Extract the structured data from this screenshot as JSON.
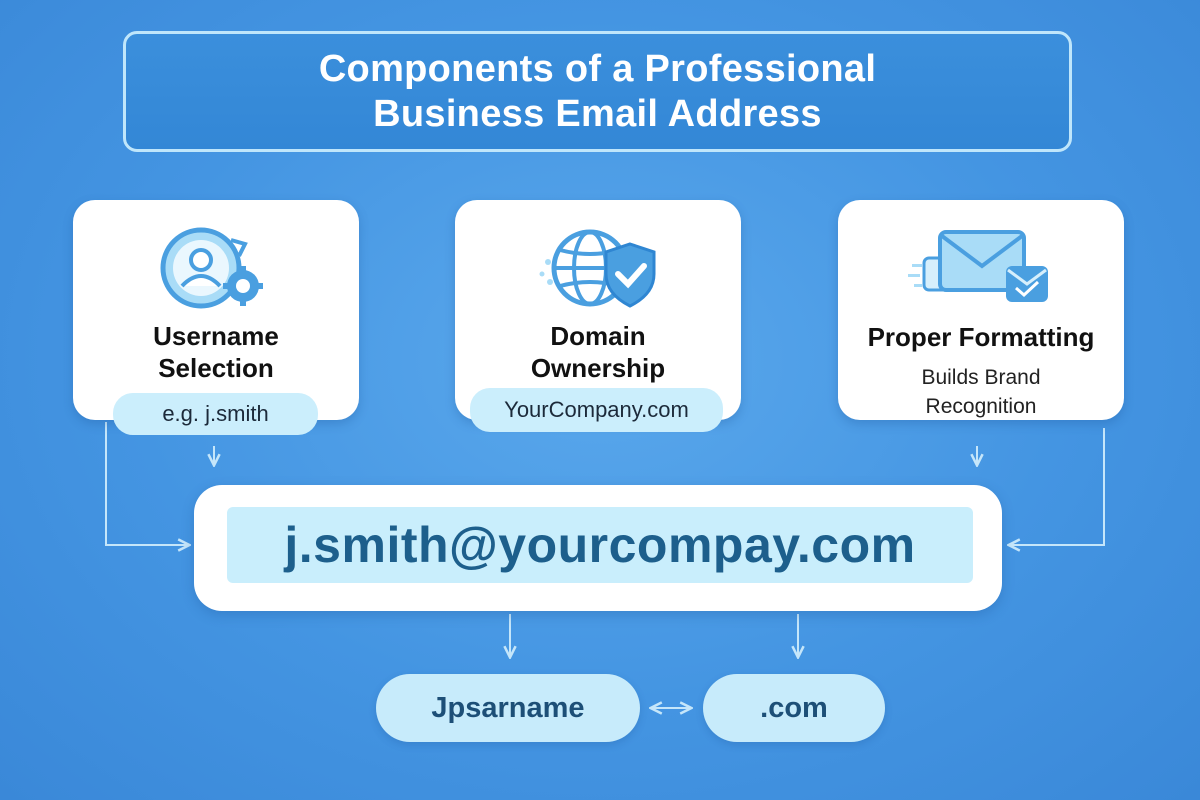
{
  "title": "Components of a Professional\nBusiness Email Address",
  "cards": [
    {
      "id": "username",
      "icon": "user-gear-icon",
      "title": "Username\nSelection",
      "example": "e.g. j.smith"
    },
    {
      "id": "domain",
      "icon": "globe-shield-icon",
      "title": "Domain\nOwnership",
      "example": "YourCompany.com"
    },
    {
      "id": "format",
      "icon": "envelope-check-icon",
      "title": "Proper Formatting",
      "subtitle": "Builds Brand\nRecognition"
    }
  ],
  "email": "j.smith@yourcompay.com",
  "parts": [
    "Jpsarname",
    ".com"
  ],
  "colors": {
    "background": "#4495e2",
    "title_box": "#3387d6",
    "title_border": "#bfe6fb",
    "card": "#ffffff",
    "pill": "#cbeefc",
    "email_text": "#1d5f8c",
    "icon_primary": "#4a9fe0",
    "icon_light": "#a9dcf7",
    "connector": "#c5e6fa"
  }
}
